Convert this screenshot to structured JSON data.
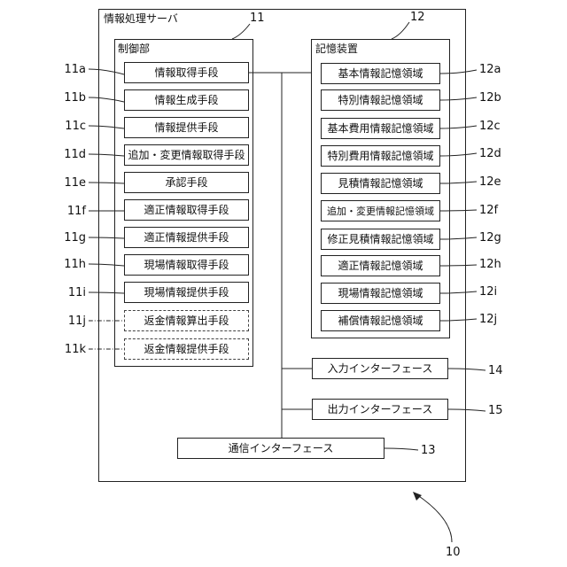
{
  "server": {
    "label": "情報処理サーバ",
    "ref": "10"
  },
  "control": {
    "label": "制御部",
    "ref": "11",
    "items": [
      {
        "label": "情報取得手段",
        "ref": "11a"
      },
      {
        "label": "情報生成手段",
        "ref": "11b"
      },
      {
        "label": "情報提供手段",
        "ref": "11c"
      },
      {
        "label": "追加・変更情報取得手段",
        "ref": "11d"
      },
      {
        "label": "承認手段",
        "ref": "11e"
      },
      {
        "label": "適正情報取得手段",
        "ref": "11f"
      },
      {
        "label": "適正情報提供手段",
        "ref": "11g"
      },
      {
        "label": "現場情報取得手段",
        "ref": "11h"
      },
      {
        "label": "現場情報提供手段",
        "ref": "11i"
      },
      {
        "label": "返金情報算出手段",
        "ref": "11j"
      },
      {
        "label": "返金情報提供手段",
        "ref": "11k"
      }
    ]
  },
  "storage": {
    "label": "記憶装置",
    "ref": "12",
    "items": [
      {
        "label": "基本情報記憶領域",
        "ref": "12a"
      },
      {
        "label": "特別情報記憶領域",
        "ref": "12b"
      },
      {
        "label": "基本費用情報記憶領域",
        "ref": "12c"
      },
      {
        "label": "特別費用情報記憶領域",
        "ref": "12d"
      },
      {
        "label": "見積情報記憶領域",
        "ref": "12e"
      },
      {
        "label": "追加・変更情報記憶領域",
        "ref": "12f"
      },
      {
        "label": "修正見積情報記憶領域",
        "ref": "12g"
      },
      {
        "label": "適正情報記憶領域",
        "ref": "12h"
      },
      {
        "label": "現場情報記憶領域",
        "ref": "12i"
      },
      {
        "label": "補償情報記憶領域",
        "ref": "12j"
      }
    ]
  },
  "input_if": {
    "label": "入力インターフェース",
    "ref": "14"
  },
  "output_if": {
    "label": "出力インターフェース",
    "ref": "15"
  },
  "comm_if": {
    "label": "通信インターフェース",
    "ref": "13"
  }
}
